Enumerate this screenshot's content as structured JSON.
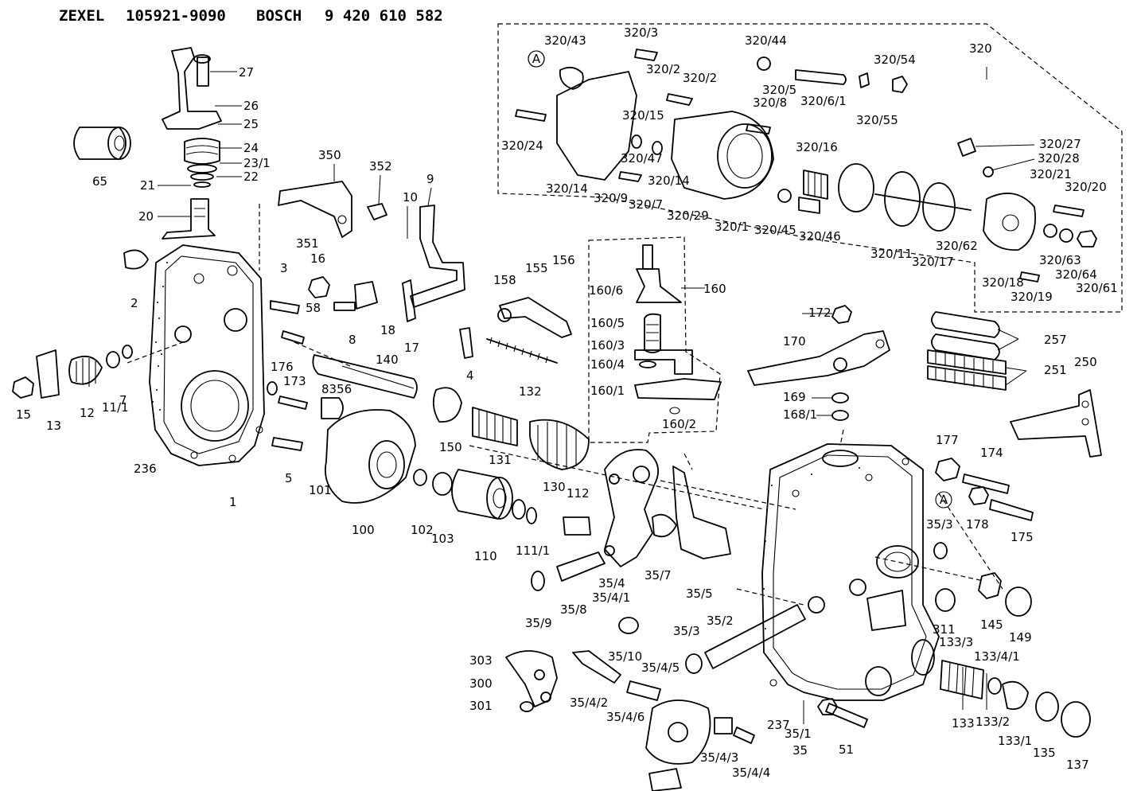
{
  "header": {
    "brand1": "ZEXEL",
    "part1": "105921-9090",
    "brand2": "BOSCH",
    "part2": "9 420 610 582"
  },
  "callouts": {
    "ref_a": "A",
    "assembly_320": [
      "320/43",
      "320/3",
      "320/2",
      "320/2",
      "320/44",
      "320/5",
      "320/54",
      "320",
      "320/6/1",
      "320/8",
      "320/55",
      "320/15",
      "320/24",
      "320/47",
      "320/14",
      "320/14",
      "320/9",
      "320/7",
      "320/29",
      "320/1",
      "320/16",
      "320/45",
      "320/46",
      "320/11",
      "320/17",
      "320/62",
      "320/27",
      "320/28",
      "320/21",
      "320/20",
      "320/63",
      "320/64",
      "320/61",
      "320/18",
      "320/19"
    ],
    "governor": [
      "27",
      "26",
      "25",
      "24",
      "23/1",
      "22",
      "21",
      "20",
      "65",
      "350",
      "352",
      "351",
      "10",
      "9",
      "3",
      "16",
      "58",
      "8",
      "18",
      "17",
      "2",
      "176",
      "173",
      "8356",
      "140",
      "4",
      "132",
      "158",
      "155",
      "156",
      "15",
      "13",
      "12",
      "11/1",
      "7",
      "236",
      "1",
      "5",
      "101",
      "100",
      "150",
      "131",
      "130",
      "102",
      "103",
      "110",
      "111/1",
      "112"
    ],
    "lever_160": [
      "160/6",
      "160",
      "160/5",
      "160/3",
      "160/4",
      "160/1",
      "160/2"
    ],
    "lever_35": [
      "35/4",
      "35/4/1",
      "35/7",
      "35/5",
      "35/8",
      "35/9",
      "35/10",
      "35/4/5",
      "35/3",
      "35/2",
      "35/4/2",
      "35/4/6",
      "35/4/3",
      "35/4/4",
      "303",
      "300",
      "301"
    ],
    "housing": [
      "172",
      "170",
      "169",
      "168/1",
      "257",
      "251",
      "250",
      "177",
      "174",
      "178",
      "175",
      "35/3",
      "311",
      "145",
      "149",
      "133/3",
      "133/4/1",
      "133",
      "133/2",
      "133/1",
      "135",
      "137",
      "237",
      "35/1",
      "35",
      "51"
    ]
  }
}
